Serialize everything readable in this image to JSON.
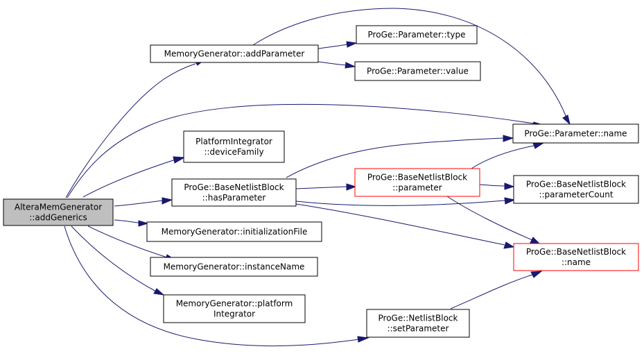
{
  "colors": {
    "edge": "#191970",
    "node_border_default": "#000000",
    "node_border_highlight": "#ff0000",
    "node_fill_default": "#ffffff",
    "node_fill_root": "#bfbfbf"
  },
  "nodes": {
    "altera_mem_generator_add_generics": {
      "lines": [
        "AlteraMemGenerator",
        "::addGenerics"
      ],
      "style": "root"
    },
    "memory_generator_add_parameter": {
      "lines": [
        "MemoryGenerator::addParameter"
      ],
      "style": "default"
    },
    "proge_parameter_type": {
      "lines": [
        "ProGe::Parameter::type"
      ],
      "style": "default"
    },
    "proge_parameter_value": {
      "lines": [
        "ProGe::Parameter::value"
      ],
      "style": "default"
    },
    "proge_parameter_name": {
      "lines": [
        "ProGe::Parameter::name"
      ],
      "style": "default"
    },
    "platform_integrator_device_family": {
      "lines": [
        "PlatformIntegrator",
        "::deviceFamily"
      ],
      "style": "default"
    },
    "proge_base_netlist_block_has_parameter": {
      "lines": [
        "ProGe::BaseNetlistBlock",
        "::hasParameter"
      ],
      "style": "default"
    },
    "proge_base_netlist_block_parameter": {
      "lines": [
        "ProGe::BaseNetlistBlock",
        "::parameter"
      ],
      "style": "highlight"
    },
    "proge_base_netlist_block_parameter_count": {
      "lines": [
        "ProGe::BaseNetlistBlock",
        "::parameterCount"
      ],
      "style": "default"
    },
    "memory_generator_initialization_file": {
      "lines": [
        "MemoryGenerator::initializationFile"
      ],
      "style": "default"
    },
    "proge_base_netlist_block_name": {
      "lines": [
        "ProGe::BaseNetlistBlock",
        "::name"
      ],
      "style": "highlight"
    },
    "memory_generator_instance_name": {
      "lines": [
        "MemoryGenerator::instanceName"
      ],
      "style": "default"
    },
    "memory_generator_platform_integrator": {
      "lines": [
        "MemoryGenerator::platform",
        "Integrator"
      ],
      "style": "default"
    },
    "proge_netlist_block_set_parameter": {
      "lines": [
        "ProGe::NetlistBlock",
        "::setParameter"
      ],
      "style": "default"
    }
  },
  "edges": [
    {
      "from": "altera_mem_generator_add_generics",
      "to": "memory_generator_add_parameter"
    },
    {
      "from": "altera_mem_generator_add_generics",
      "to": "proge_parameter_name"
    },
    {
      "from": "altera_mem_generator_add_generics",
      "to": "platform_integrator_device_family"
    },
    {
      "from": "altera_mem_generator_add_generics",
      "to": "proge_base_netlist_block_has_parameter"
    },
    {
      "from": "altera_mem_generator_add_generics",
      "to": "memory_generator_initialization_file"
    },
    {
      "from": "altera_mem_generator_add_generics",
      "to": "memory_generator_instance_name"
    },
    {
      "from": "altera_mem_generator_add_generics",
      "to": "memory_generator_platform_integrator"
    },
    {
      "from": "altera_mem_generator_add_generics",
      "to": "proge_netlist_block_set_parameter"
    },
    {
      "from": "memory_generator_add_parameter",
      "to": "proge_parameter_type"
    },
    {
      "from": "memory_generator_add_parameter",
      "to": "proge_parameter_value"
    },
    {
      "from": "memory_generator_add_parameter",
      "to": "proge_parameter_name"
    },
    {
      "from": "proge_base_netlist_block_has_parameter",
      "to": "proge_parameter_name"
    },
    {
      "from": "proge_base_netlist_block_has_parameter",
      "to": "proge_base_netlist_block_parameter"
    },
    {
      "from": "proge_base_netlist_block_has_parameter",
      "to": "proge_base_netlist_block_parameter_count"
    },
    {
      "from": "proge_base_netlist_block_has_parameter",
      "to": "proge_base_netlist_block_name"
    },
    {
      "from": "proge_base_netlist_block_parameter",
      "to": "proge_parameter_name"
    },
    {
      "from": "proge_base_netlist_block_parameter",
      "to": "proge_base_netlist_block_parameter_count"
    },
    {
      "from": "proge_base_netlist_block_parameter",
      "to": "proge_base_netlist_block_name"
    },
    {
      "from": "proge_netlist_block_set_parameter",
      "to": "proge_base_netlist_block_name"
    }
  ]
}
